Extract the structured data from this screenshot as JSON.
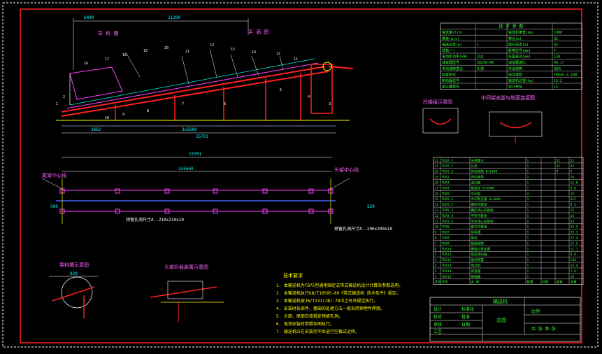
{
  "window": {
    "background": "#000000"
  },
  "colors": {
    "frame": "#ffffff",
    "red": "#ff2020",
    "blue": "#4060ff",
    "magenta": "#ff40ff",
    "cyan": "#00ffff",
    "yellow": "#ffff00",
    "green": "#33ff33",
    "white": "#ffffff",
    "table_text": "#33ff33"
  },
  "elevation": {
    "dims_top": [
      "6400",
      "11200"
    ],
    "dims_bottom": [
      "3662",
      "3x5660",
      "15701"
    ],
    "labels": [
      "导 料 槽",
      "平 面 图"
    ],
    "parts": [
      "16",
      "17",
      "18",
      "19",
      "20",
      "21",
      "13",
      "15",
      "14",
      "12",
      "11",
      "10",
      "9",
      "8",
      "7",
      "6",
      "5",
      "4",
      "3",
      "2",
      "1"
    ]
  },
  "plan": {
    "dims_top": [
      "15701",
      "3x5660"
    ],
    "labels_left": "尾架中心线",
    "labels_right": "头架中心线",
    "notes": [
      "预留孔洞尺寸A--210x210x10",
      "预留孔洞尺寸A--200x200x10"
    ],
    "dims_side": [
      "500",
      "520"
    ]
  },
  "detail_left": {
    "title": "导料槽示意图",
    "dims": [
      "920"
    ]
  },
  "detail_mid": {
    "title": "头部拦截装置示意图"
  },
  "detail_right1": {
    "title": "托辊组示意图"
  },
  "detail_right2": {
    "title": "中间架支腿与地面连接图"
  },
  "notes": {
    "title": "技术要求",
    "items": [
      "1. 本输送机为TD75型通用固定式带式输送机设计计算及参数选用。",
      "2. 本输送机执行GB/T10595-89《带式输送机 技术条件》规定。",
      "3. 本输送机按JB/T231(JB)-78中之有关规定执行。",
      "4. 安装时各部件、基础的处理方法一般采用预埋件焊接。",
      "5. 头部、尾部应按规定预留孔洞。",
      "6. 现场安装时参照本图执行。",
      "7. 输送机应在安装完毕后进行空载试运转。"
    ]
  },
  "param_table": {
    "headers": [
      "技 术 参 数",
      "",
      "",
      ""
    ],
    "rows": [
      [
        "输送量(t/h)",
        "",
        "输送机带宽(mm)",
        "1000"
      ],
      [
        "带速(m/s)",
        "",
        "带长(m)",
        "31"
      ],
      [
        "输送长度(m)",
        "1",
        "提升高度(m)",
        "45"
      ],
      [
        "倾角(°)",
        "",
        "胶带型号(mm)",
        "7"
      ],
      [
        "电动机功率(kW)",
        "318",
        "托辊直径(mm)",
        "159"
      ],
      [
        "减速器型号",
        "ZQ250-40",
        "减速器速比",
        "40.17"
      ],
      [
        "传动滚筒直径",
        "头部",
        "传动滚筒",
        "改向"
      ],
      [
        "拉紧形式",
        "",
        "电动滚筒",
        "YKK45-4-100"
      ],
      [
        "制动器型号",
        "",
        "输送机总重(kg)",
        "13.2"
      ],
      [
        "逆止器型号",
        "",
        "设计单位",
        "15"
      ]
    ]
  },
  "parts_list": {
    "rows": [
      [
        "22",
        "TDA2-1",
        "头部漏斗",
        "1",
        "",
        "31",
        "31"
      ],
      [
        "21",
        "TD75-1",
        "头架",
        "1",
        "",
        "32",
        "32"
      ],
      [
        "20",
        "TDA2-2",
        "传动滚筒 B=1000",
        "1",
        "",
        "9",
        "9"
      ],
      [
        "19",
        "TDA1",
        "改向滚筒",
        "1",
        "",
        "",
        "18"
      ],
      [
        "18",
        "TDA4",
        "清扫器",
        "1",
        "",
        "",
        "12.8"
      ],
      [
        "17",
        "TDA3",
        "输送带 B=1000",
        "1",
        "",
        "",
        "9.8"
      ],
      [
        "16",
        "TDA5",
        "中间架",
        "4",
        "",
        "",
        "19"
      ],
      [
        "15",
        "TDA5-1",
        "中间架支腿 H=1000",
        "1",
        "",
        "",
        "315"
      ],
      [
        "14",
        "TDA5-2",
        "槽形托辊组",
        "1",
        "",
        "",
        "9.3"
      ],
      [
        "13",
        "TDA5-3",
        "槽形调心托辊组",
        "1",
        "",
        "",
        "15"
      ],
      [
        "12",
        "TDA5-4",
        "平形托辊组",
        "1",
        "",
        "",
        "14"
      ],
      [
        "11",
        "TDA5-5",
        "平形调心托辊组",
        "1",
        "",
        "",
        "53"
      ],
      [
        "10",
        "TDA6",
        "缓冲托辊组",
        "1",
        "",
        "",
        "42.5"
      ],
      [
        "9",
        "TDA7",
        "导料槽",
        "1",
        "",
        "",
        "29.3"
      ],
      [
        "8",
        "TDA8",
        "尾架",
        "1",
        "",
        "",
        "32.4"
      ],
      [
        "7",
        "TDA9",
        "尾部滚筒",
        "1",
        "",
        "",
        "17.5"
      ],
      [
        "6",
        "TDA10",
        "螺旋拉紧装置",
        "1",
        "",
        "",
        "12.1"
      ],
      [
        "5",
        "TDA11",
        "空段清扫器",
        "1",
        "",
        "",
        "8.8"
      ],
      [
        "4",
        "TDA12",
        "驱动装置",
        "1",
        "",
        "",
        "143"
      ],
      [
        "3",
        "TDA13",
        "电动机",
        "1",
        "",
        "",
        "14.4"
      ],
      [
        "2",
        "TDA14",
        "减速器",
        "1",
        "",
        "",
        "1.9"
      ],
      [
        "1",
        "TDA15",
        "联轴器",
        "1",
        "",
        "",
        "18"
      ]
    ],
    "header": [
      "序号",
      "代号",
      "名 称",
      "数量",
      "材料",
      "单重",
      "总重"
    ]
  },
  "title_block": {
    "name": "输送机",
    "drawing": "总图",
    "fields": [
      "设计",
      "校对",
      "审核",
      "工艺",
      "标准化",
      "批准",
      "日期"
    ],
    "scale": "比例",
    "sheet": "共 张 第 张"
  }
}
